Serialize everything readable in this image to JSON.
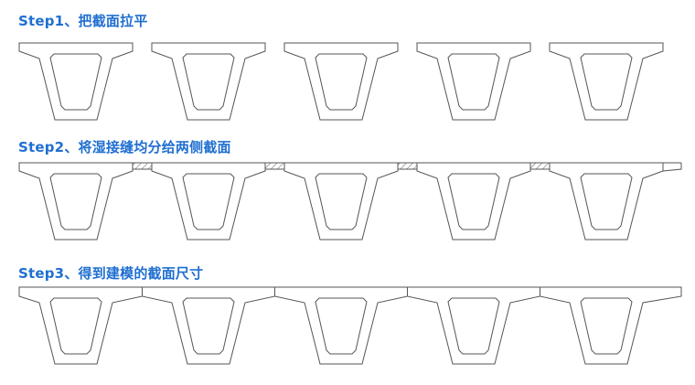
{
  "steps": [
    {
      "title": "Step1、把截面拉平"
    },
    {
      "title": "Step2、将湿接缝均分给两侧截面"
    },
    {
      "title": "Step3、得到建模的截面尺寸"
    }
  ],
  "girders_per_row": 5,
  "colors": {
    "title": "#1f6fd1",
    "line": "#555555"
  }
}
